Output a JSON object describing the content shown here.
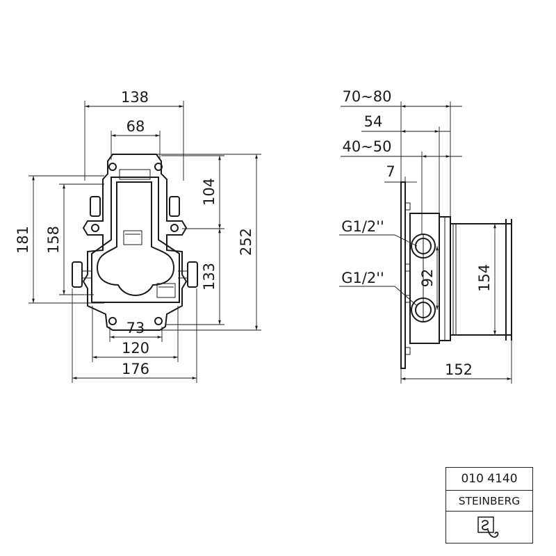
{
  "front_view": {
    "dimensions": {
      "width_138": "138",
      "width_68": "68",
      "width_73": "73",
      "width_120": "120",
      "width_176": "176",
      "height_181": "181",
      "height_158": "158",
      "height_104": "104",
      "height_133": "133",
      "height_252": "252"
    }
  },
  "side_view": {
    "dimensions": {
      "depth_70_80": "70~80",
      "depth_54": "54",
      "depth_40_50": "40~50",
      "depth_7": "7",
      "spacing_92": "92",
      "height_154": "154",
      "length_152": "152"
    },
    "threads": {
      "upper": "G1/2''",
      "lower": "G1/2''"
    }
  },
  "title_block": {
    "article_number": "010 4140",
    "brand": "STEINBERG",
    "logo_icon": "steinberg-logo-icon"
  },
  "colors": {
    "line": "#1a1a1a",
    "background": "#ffffff"
  }
}
